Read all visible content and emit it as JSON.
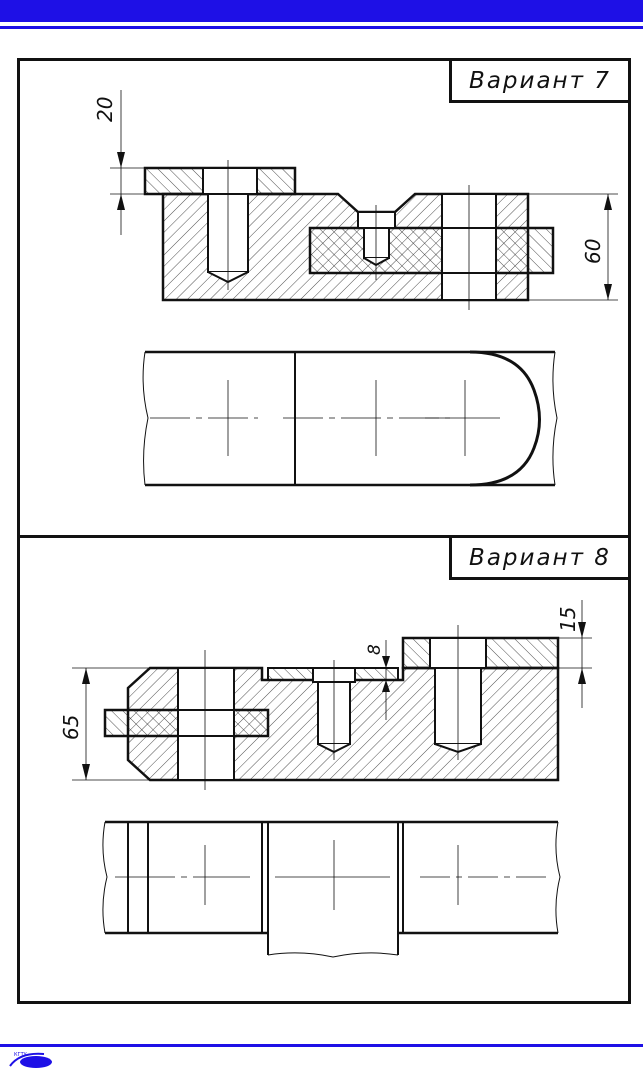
{
  "header": {
    "bar_color": "#1e10e6"
  },
  "variant_7": {
    "title": "Вариант 7",
    "dimensions": {
      "thickness": "20",
      "height": "60"
    }
  },
  "variant_8": {
    "title": "Вариант 8",
    "dimensions": {
      "height": "65",
      "small_gap": "8",
      "thickness": "15"
    }
  },
  "footer": {
    "logo_icon": "university-logo-icon",
    "logo_text": "КГТУ"
  }
}
